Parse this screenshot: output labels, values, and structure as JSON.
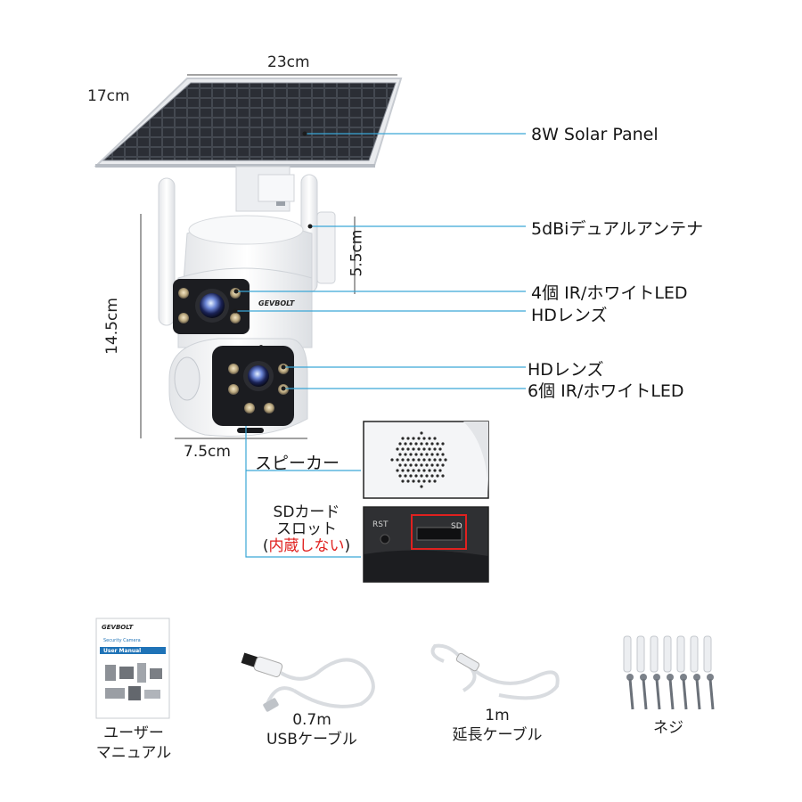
{
  "dimensions": {
    "width": "23cm",
    "depth": "17cm",
    "height": "14.5cm",
    "antenna": "5.5cm",
    "base": "7.5cm"
  },
  "callouts": {
    "solar_panel": "8W Solar Panel",
    "antenna": "5dBiデュアルアンテナ",
    "top_led": "4個 IR/ホワイトLED",
    "top_lens": "HDレンズ",
    "bottom_lens": "HDレンズ",
    "bottom_led": "6個 IR/ホワイトLED",
    "speaker": "スピーカー",
    "sd_line1": "SDカード",
    "sd_line2": "スロット",
    "sd_line3_open": "(",
    "sd_line3_red": "内蔵しない",
    "sd_line3_close": ")"
  },
  "camera_brand": "GEVBOLT",
  "slot_labels": {
    "reset": "RST",
    "sd": "SD"
  },
  "accessories": {
    "manual_line1": "ユーザー",
    "manual_line2": "マニュアル",
    "manual_brand": "GEVBOLT",
    "manual_subtitle": "Security Camera",
    "manual_banner": "User Manual",
    "usb_line1": "0.7m",
    "usb_line2": "USBケーブル",
    "ext_line1": "1m",
    "ext_line2": "延長ケーブル",
    "screws": "ネジ"
  },
  "colors": {
    "callout_line": "#3aa6d6",
    "highlight": "#e0211f",
    "manual_banner": "#1f73b7"
  }
}
